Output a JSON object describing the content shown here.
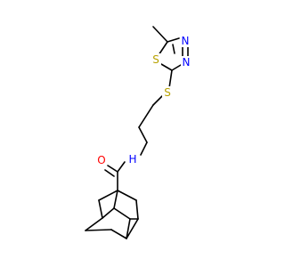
{
  "molecule": {
    "atoms": [
      {
        "id": "N1",
        "label": "N",
        "color": "#0000ff",
        "element": "nitrogen"
      },
      {
        "id": "N2",
        "label": "N",
        "color": "#0000ff",
        "element": "nitrogen"
      },
      {
        "id": "S_ring",
        "label": "S",
        "color": "#b8a200",
        "element": "sulfur"
      },
      {
        "id": "S_thio",
        "label": "S",
        "color": "#b8a200",
        "element": "sulfur"
      },
      {
        "id": "NH",
        "label": "H",
        "color": "#0000ff",
        "element": "nitrogen"
      },
      {
        "id": "O",
        "label": "O",
        "color": "#ff0000",
        "element": "oxygen"
      }
    ],
    "bond_color": "#000000"
  }
}
